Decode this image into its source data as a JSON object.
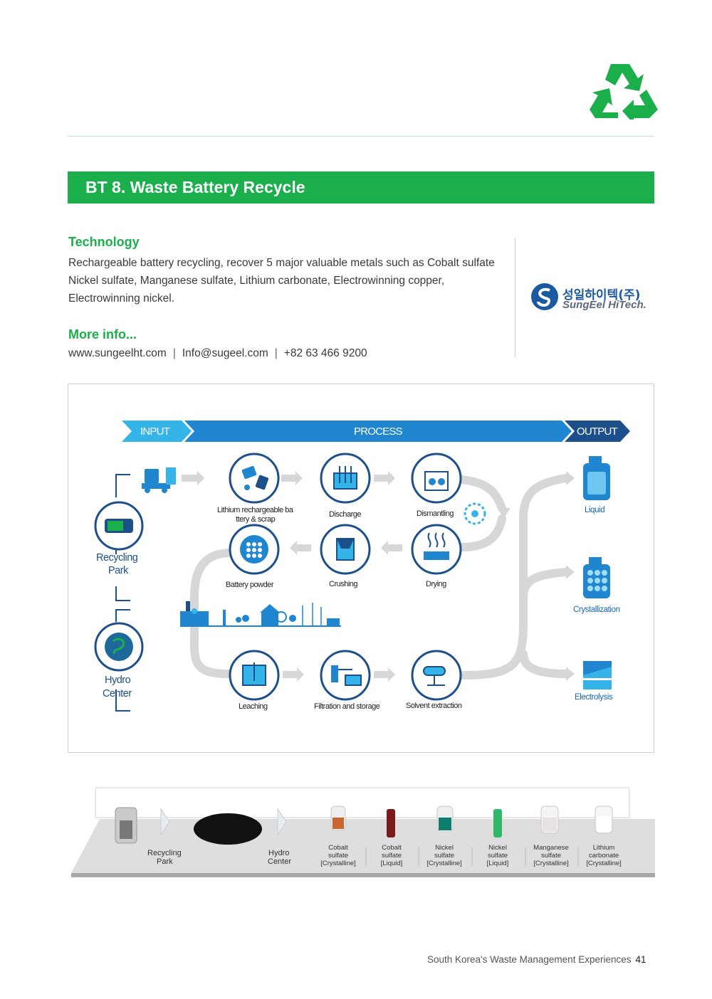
{
  "title": "BT 8. Waste Battery Recycle",
  "technology": {
    "heading": "Technology",
    "body": "Rechargeable battery recycling, recover 5 major valuable metals such as Cobalt sulfate Nickel sulfate, Manganese sulfate, Lithium carbonate, Electrowinning copper, Electrowinning nickel."
  },
  "more_info": {
    "heading": "More info...",
    "website": "www.sungeelht.com",
    "email": "Info@sugeel.com",
    "phone": "+82 63 466 9200"
  },
  "company": {
    "name_ko": "성일하이텍(주)",
    "name_en": "SungEel HiTech."
  },
  "diagram": {
    "bands": {
      "input": "INPUT",
      "process": "PROCESS",
      "output": "OUTPUT"
    },
    "side": {
      "recycling_1": "Recycling",
      "recycling_2": "Park",
      "hydro_1": "Hydro",
      "hydro_2": "Center"
    },
    "steps": {
      "lithium_1": "Lithium rechargeable ba",
      "lithium_2": "ttery & scrap",
      "discharge": "Discharge",
      "dismantling": "Dismantling",
      "battery_powder": "Battery powder",
      "crushing": "Crushing",
      "drying": "Drying",
      "leaching": "Leaching",
      "filtration": "Filtration and storage",
      "solvent": "Solvent extraction"
    },
    "outputs": {
      "liquid": "Liquid",
      "crystallization": "Crystallization",
      "electrolysis": "Electrolysis"
    }
  },
  "strip": {
    "recycling_1": "Recycling",
    "recycling_2": "Park",
    "hydro_1": "Hydro",
    "hydro_2": "Center",
    "products": [
      {
        "l1": "Cobalt",
        "l2": "sulfate",
        "l3": "[Crystalline]"
      },
      {
        "l1": "Cobalt",
        "l2": "sulfate",
        "l3": "[Liquid]"
      },
      {
        "l1": "Nickel",
        "l2": "sulfate",
        "l3": "[Crystalline]"
      },
      {
        "l1": "Nickel",
        "l2": "sulfate",
        "l3": "[Liquid]"
      },
      {
        "l1": "Manganese",
        "l2": "sulfate",
        "l3": "[Crystalline]"
      },
      {
        "l1": "Lithium",
        "l2": "carbonate",
        "l3": "[Crystalline]"
      }
    ]
  },
  "footer": {
    "text": "South Korea's Waste Management Experiences",
    "page": "41"
  },
  "colors": {
    "green": "#1aaf4b",
    "blue": "#1d74c5",
    "navy": "#1d4f8a"
  }
}
